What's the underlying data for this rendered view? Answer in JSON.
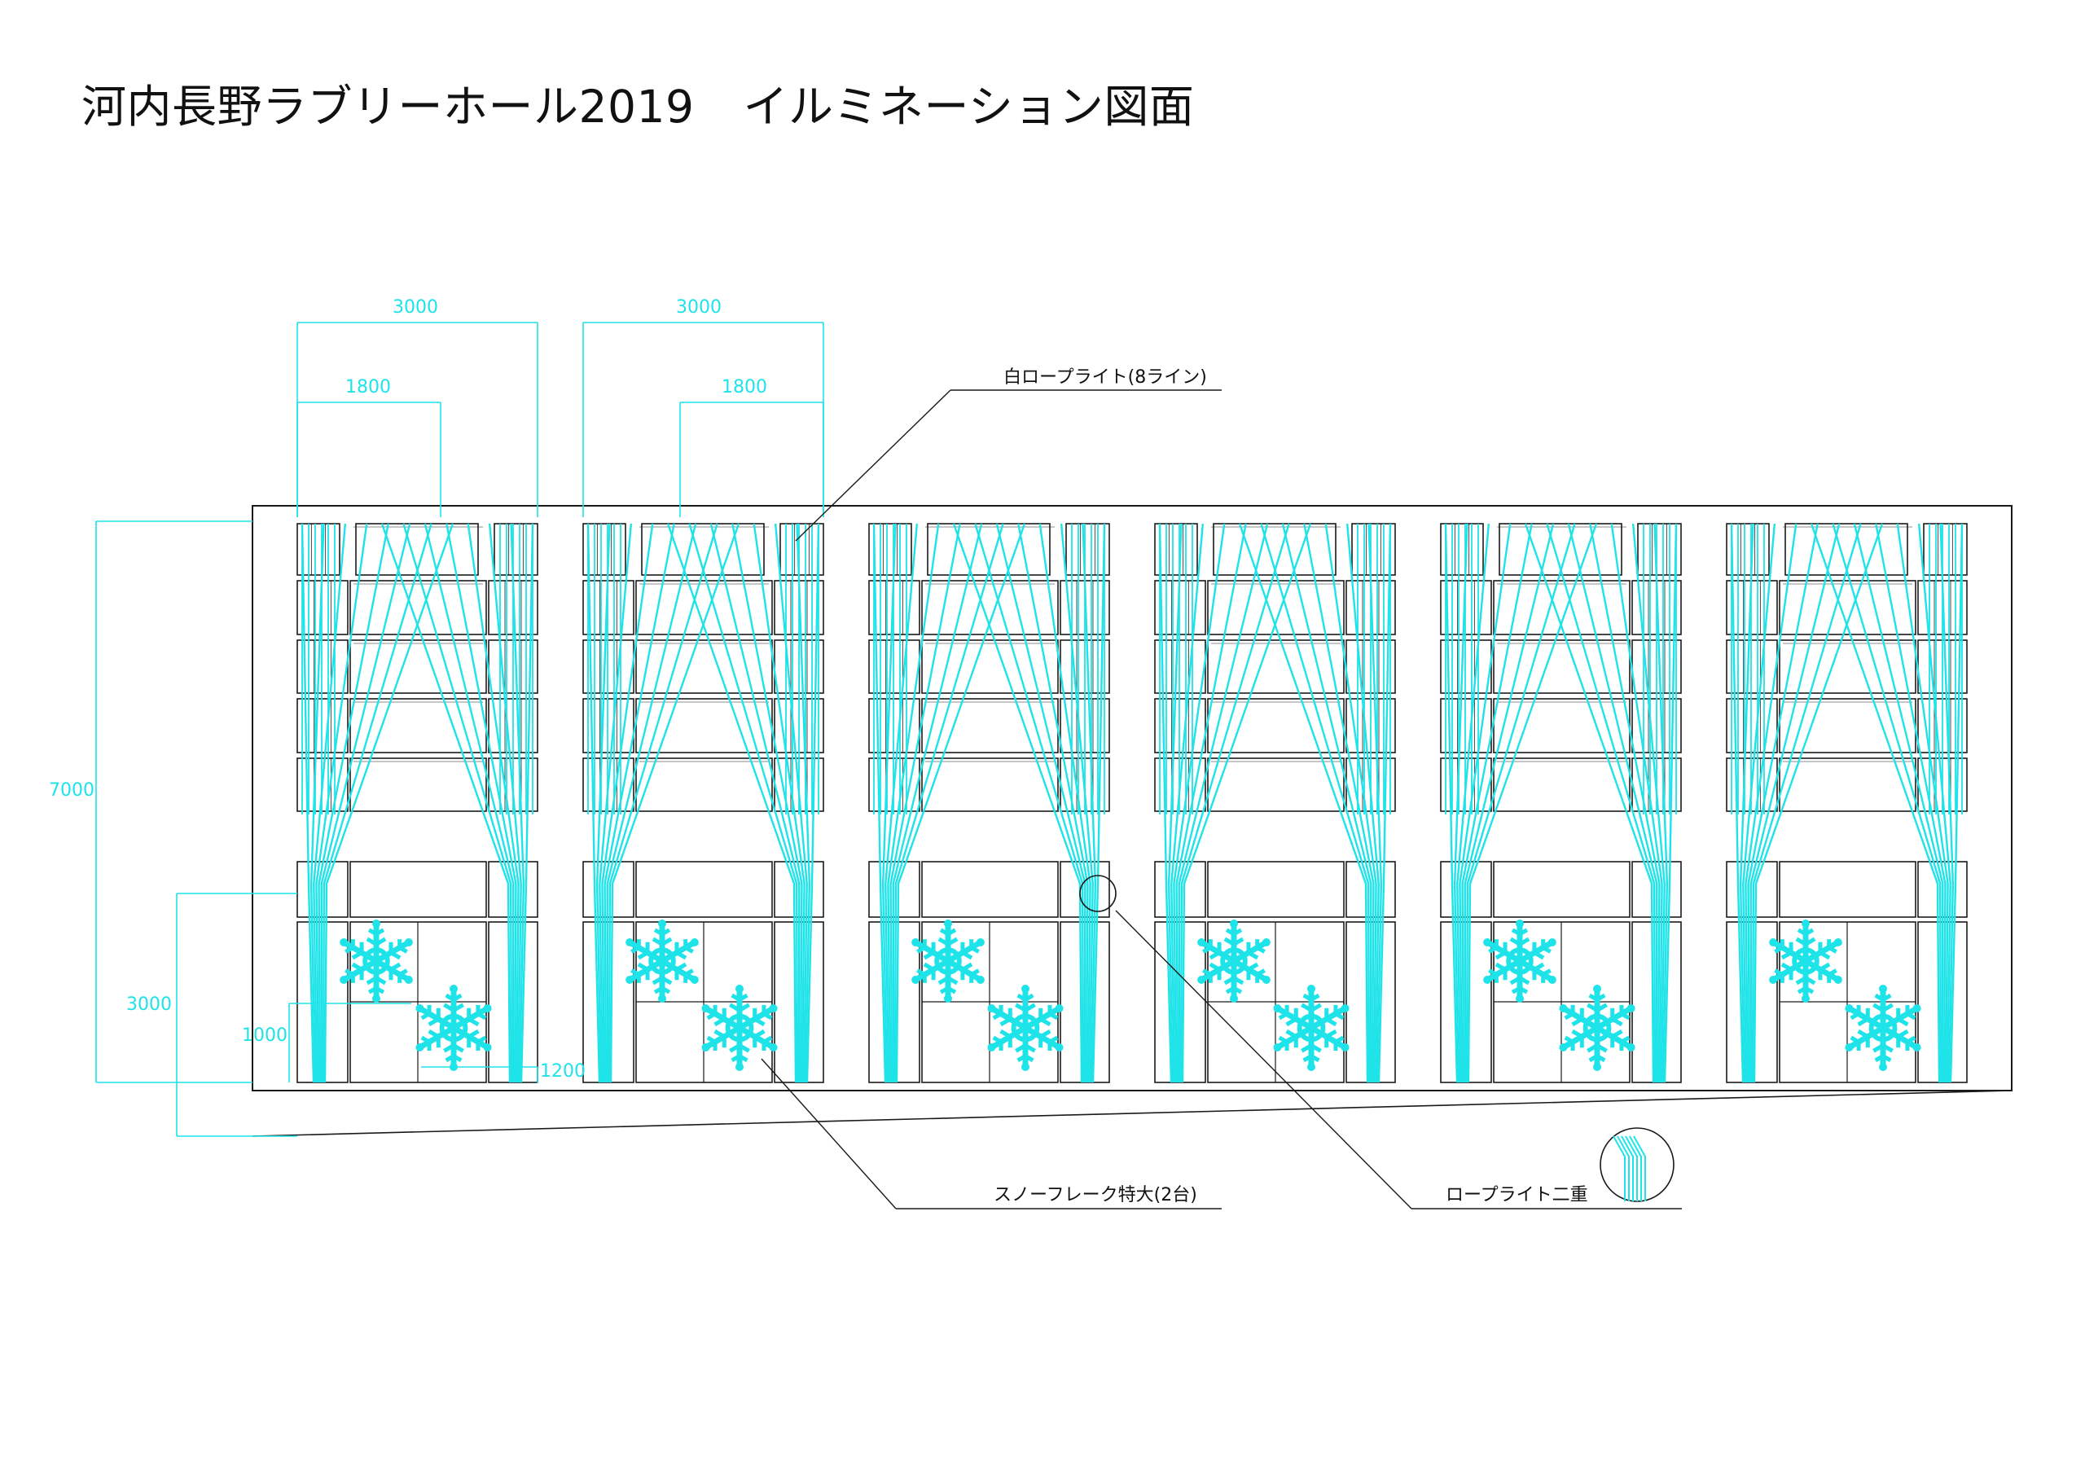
{
  "title": {
    "main": "河内長野ラブリーホール2019",
    "sub": "イルミネーション図面"
  },
  "colors": {
    "light": "#1ee3e8",
    "line": "#1a1a1a",
    "background": "#ffffff"
  },
  "dimensions": {
    "bay_width": "3000",
    "curtain_width": "1800",
    "wall_height": "7000",
    "lower_height": "3000",
    "snowflake_height": "1000",
    "snowflake_width": "1200"
  },
  "callouts": {
    "rope_white": "白ロープライト(8ライン)",
    "snowflake": "スノーフレーク特大(2台)",
    "rope_double": "ロープライト二重"
  },
  "bays": 6,
  "curtain_lines_per_side": 8,
  "snowflakes_per_bay": 2
}
